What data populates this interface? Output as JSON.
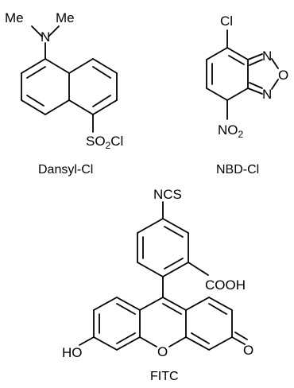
{
  "figure": {
    "background": "#ffffff",
    "ink": "#000000",
    "dansyl": {
      "caption": "Dansyl-Cl",
      "me_left": "Me",
      "me_right": "Me",
      "n": "N",
      "so2cl": {
        "pre": "SO",
        "sub": "2",
        "post": "Cl"
      }
    },
    "nbd": {
      "caption": "NBD-Cl",
      "cl": "Cl",
      "n_top": "N",
      "o": "O",
      "n_bottom": "N",
      "no2": {
        "pre": "NO",
        "sub": "2"
      }
    },
    "fitc": {
      "caption": "FITC",
      "ncs": "NCS",
      "cooh": "COOH",
      "ho": "HO",
      "ring_o": "O",
      "keto_o": "O"
    }
  }
}
